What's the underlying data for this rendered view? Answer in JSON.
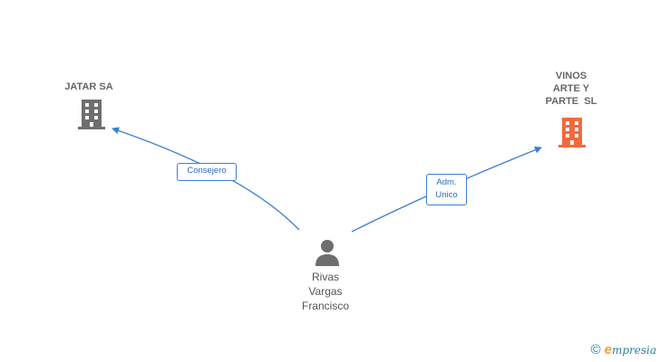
{
  "nodes": {
    "company_left": {
      "name": "JATAR SA",
      "icon": "building-icon",
      "color": "#6e6e6e"
    },
    "company_right": {
      "name_lines": [
        "VINOS",
        "ARTE Y",
        "PARTE  SL"
      ],
      "icon": "building-icon",
      "color": "#f26a3c"
    },
    "person": {
      "name_lines": [
        "Rivas",
        "Vargas",
        "Francisco"
      ],
      "icon": "person-icon",
      "color": "#6e6e6e"
    }
  },
  "edges": {
    "to_left": {
      "label": "Consejero"
    },
    "to_right": {
      "label_lines": [
        "Adm.",
        "Unico"
      ]
    }
  },
  "colors": {
    "edge": "#3b7fd1",
    "label_text": "#2b6cc4"
  },
  "footer": {
    "copyright_symbol": "©",
    "brand_initial": "e",
    "brand_rest": "mpresia"
  }
}
